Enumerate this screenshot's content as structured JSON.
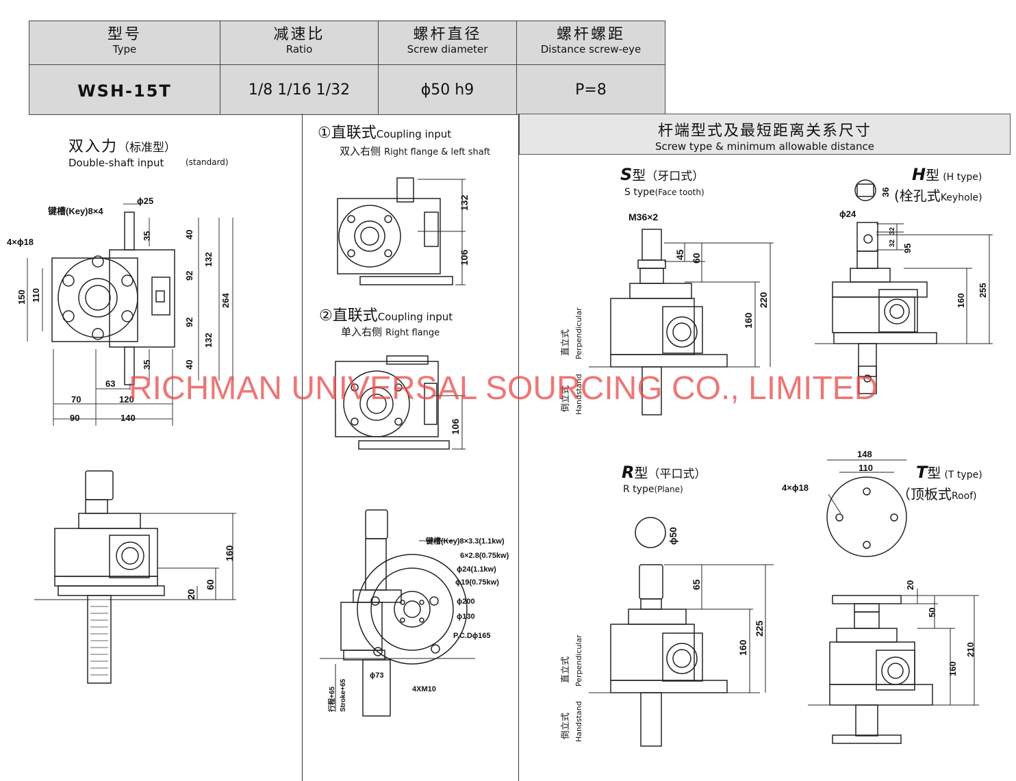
{
  "spec_table": {
    "headers": [
      {
        "cn": "型号",
        "en": "Type"
      },
      {
        "cn": "减速比",
        "en": "Ratio"
      },
      {
        "cn": "螺杆直径",
        "en": "Screw diameter"
      },
      {
        "cn": "螺杆螺距",
        "en": "Distance screw-eye"
      }
    ],
    "values": [
      "WSH-15T",
      "1/8 1/16 1/32",
      "ϕ50 h9",
      "P=8"
    ]
  },
  "double_shaft": {
    "title_cn": "双入力",
    "title_cn_paren": "（标准型）",
    "title_en": "Double-shaft input",
    "title_en_paren": "(standard)",
    "key_label": "键槽(Key)8×4",
    "hole_label": "4×ϕ18",
    "dims": {
      "d25": "ϕ25",
      "d35a": "35",
      "d40a": "40",
      "d92a": "92",
      "d132a": "132",
      "d264": "264",
      "d92b": "92",
      "d132b": "132",
      "d40b": "40",
      "d35b": "35",
      "d150": "150",
      "d110": "110",
      "d63": "63",
      "d70": "70",
      "d120": "120",
      "d90": "90",
      "d140": "140"
    }
  },
  "side_view": {
    "d160": "160",
    "d60": "60",
    "d20": "20"
  },
  "coupling1": {
    "num": "①",
    "title_cn": "直联式",
    "title_en": "Coupling input",
    "sub_cn": "双入右侧",
    "sub_en": "Right flange & left shaft",
    "d132": "132",
    "d106": "106"
  },
  "coupling2": {
    "num": "②",
    "title_cn": "直联式",
    "title_en": "Coupling input",
    "sub_cn": "单入右侧",
    "sub_en": "Right flange",
    "d106": "106"
  },
  "motor_view": {
    "key_label": "键槽(Key)8×3.3(1.1kw)",
    "key2": "6×2.8(0.75kw)",
    "d24": "ϕ24(1.1kw)",
    "d19": "ϕ19(0.75kw)",
    "d200": "ϕ200",
    "d130": "ϕ130",
    "pcd": "P.C.Dϕ165",
    "d73": "ϕ73",
    "m10": "4XM10",
    "stroke_cn": "行程+65",
    "stroke_en": "Stroke+65"
  },
  "section": {
    "title_cn": "杆端型式及最短距离关系尺寸",
    "title_en": "Screw type & minimum allowable distance"
  },
  "s_type": {
    "letter": "S",
    "cn": "型",
    "cn_paren": "（牙口式）",
    "en": "S type",
    "en_sub": "(Face tooth)",
    "thread": "M36×2",
    "d45": "45",
    "d60": "60",
    "d220": "220",
    "d160": "160"
  },
  "h_type": {
    "letter": "H",
    "cn": "型",
    "en_paren": "(H type)",
    "cn_paren": "(栓孔式",
    "en_sub": "Keyhole)",
    "d36": "36",
    "d24": "ϕ24",
    "d32a": "32",
    "d32b": "32",
    "d95": "95",
    "d160": "160",
    "d255": "255"
  },
  "r_type": {
    "letter": "R",
    "cn": "型",
    "cn_paren": "（平口式）",
    "en": "R type",
    "en_sub": "(Plane)",
    "d50": "ϕ50",
    "d65": "65",
    "d225": "225",
    "d160": "160"
  },
  "t_type": {
    "letter": "T",
    "cn": "型",
    "en_paren": "(T type)",
    "cn_paren": "（顶板式",
    "en_sub": "Roof)",
    "d148": "148",
    "d110": "110",
    "holes": "4×ϕ18",
    "d20": "20",
    "d50": "50",
    "d210": "210",
    "d160": "160"
  },
  "mount_labels": {
    "perp_cn": "直立式",
    "perp_en": "Perpendicular",
    "hand_cn": "倒立式",
    "hand_en": "Handstand"
  },
  "watermark": "RICHMAN UNIVERSAL SOURCING CO., LIMITED"
}
